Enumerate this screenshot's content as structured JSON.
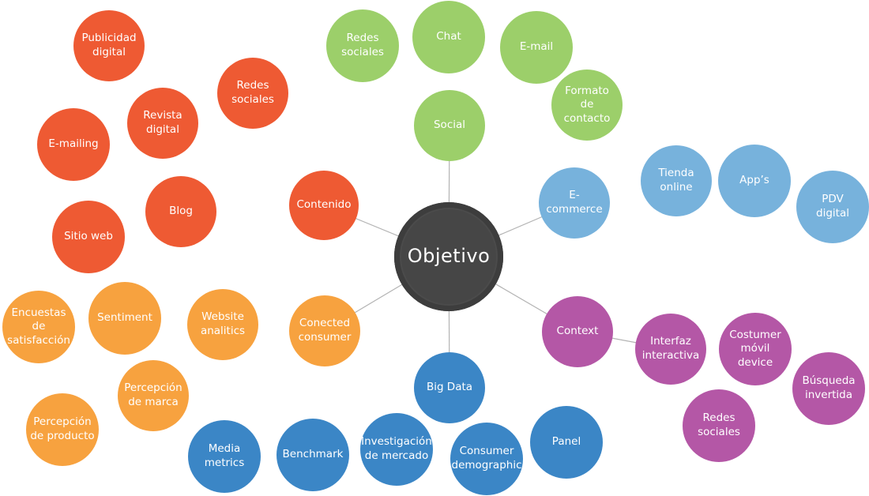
{
  "center": {
    "label": "Objetivo",
    "color": "#464646"
  },
  "colors": {
    "red": "#ee5a33",
    "green": "#9ccf6a",
    "light_blue": "#77b2dc",
    "purple": "#b457a6",
    "orange": "#f7a23f",
    "dark_blue": "#3b86c6",
    "connector": "#b3b3b3"
  },
  "hubs": {
    "contenido": "Contenido",
    "social": "Social",
    "ecommerce": "E-commerce",
    "context": "Context",
    "big_data": "Big Data",
    "conected_consumer": "Conected\nconsumer"
  },
  "contenido_items": {
    "publicidad_digital": "Publicidad\ndigital",
    "redes_sociales": "Redes\nsociales",
    "revista_digital": "Revista\ndigital",
    "e_mailing": "E-mailing",
    "blog": "Blog",
    "sitio_web": "Sitio web"
  },
  "social_items": {
    "redes_sociales": "Redes\nsociales",
    "chat": "Chat",
    "e_mail": "E-mail",
    "formato_contacto": "Formato\nde\ncontacto"
  },
  "ecommerce_items": {
    "tienda_online": "Tienda\nonline",
    "apps": "App’s",
    "pdv_digital": "PDV\ndigital"
  },
  "context_items": {
    "interfaz_interactiva": "Interfaz\ninteractiva",
    "costumer_movil_device": "Costumer\nmóvil\ndevice",
    "busqueda_invertida": "Búsqueda\ninvertida",
    "redes_sociales": "Redes\nsociales"
  },
  "conected_consumer_items": {
    "encuestas": "Encuestas\nde\nsatisfacción",
    "sentiment": "Sentiment",
    "website_analitics": "Website\nanalitics",
    "percepcion_marca": "Percepción\nde marca",
    "percepcion_producto": "Percepción\nde producto"
  },
  "big_data_items": {
    "media_metrics": "Media metrics",
    "benchmark": "Benchmark",
    "investigacion_mercado": "Investigación\nde mercado",
    "consumer_demographic": "Consumer\ndemographic",
    "panel": "Panel"
  }
}
